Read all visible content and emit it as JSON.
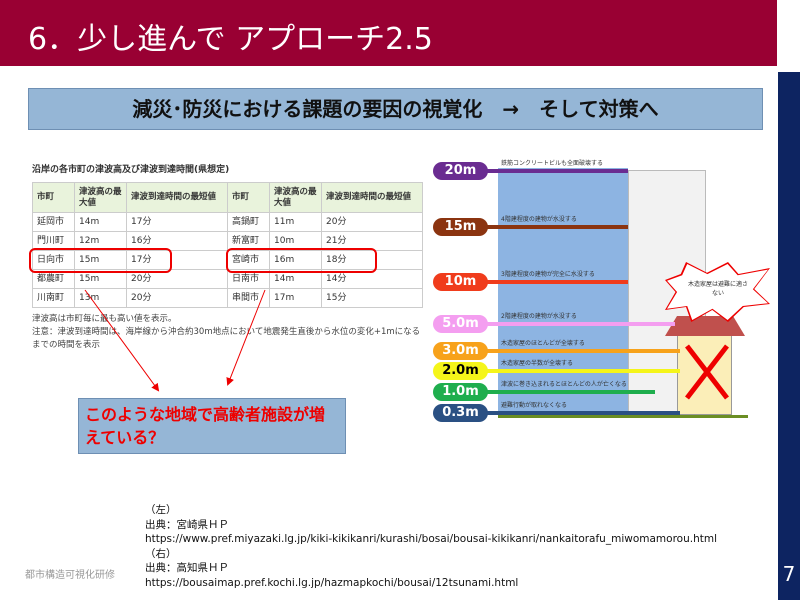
{
  "header": {
    "title": "6．少し進んで アプローチ2.5",
    "page_number": "7"
  },
  "banner": {
    "text": "減災･防災における課題の要因の視覚化　→　そして対策へ"
  },
  "table": {
    "caption": "沿岸の各市町の津波高及び津波到達時間(県想定)",
    "headers": [
      "市町",
      "津波高の最大値",
      "津波到達時間の最短値",
      "市町",
      "津波高の最大値",
      "津波到達時間の最短値"
    ],
    "rows": [
      [
        "延岡市",
        "14m",
        "17分",
        "高鍋町",
        "11m",
        "20分"
      ],
      [
        "門川町",
        "12m",
        "16分",
        "新富町",
        "10m",
        "21分"
      ],
      [
        "日向市",
        "15m",
        "17分",
        "宮崎市",
        "16m",
        "18分"
      ],
      [
        "都農町",
        "15m",
        "20分",
        "日南市",
        "14m",
        "14分"
      ],
      [
        "川南町",
        "13m",
        "20分",
        "串間市",
        "17m",
        "15分"
      ]
    ],
    "notes": [
      "津波高は市町毎に最も高い値を表示。",
      "注意：津波到達時間は、海岸線から沖合約30m地点において地震発生直後から水位の変化+1mになるまでの時間を表示"
    ]
  },
  "callout": {
    "text": "このような地域で高齢者施設が増えている？"
  },
  "diagram": {
    "levels": [
      {
        "label": "20m",
        "desc": "鉄筋コンクリートビルも全面破壊する",
        "color": "#6a2c91"
      },
      {
        "label": "15m",
        "desc": "4階建程度の建物が水没する",
        "color": "#8b3410"
      },
      {
        "label": "10m",
        "desc": "3階建程度の建物が完全に水没する",
        "color": "#f03c1c"
      },
      {
        "label": "5.0m",
        "desc": "2階建程度の建物が水没する",
        "color": "#f49ef0"
      },
      {
        "label": "3.0m",
        "desc": "木造家屋のほとんどが全壊する",
        "color": "#f7a21b"
      },
      {
        "label": "2.0m",
        "desc": "木造家屋の半数が全壊する",
        "color": "#f5f51a"
      },
      {
        "label": "1.0m",
        "desc": "津波に巻き込まれるとほとんどの人が亡くなる",
        "color": "#1fae4e"
      },
      {
        "label": "0.3m",
        "desc": "避難行動が取れなくなる",
        "color": "#2a5083"
      }
    ],
    "burst_text": "木造家屋は避難に適さない"
  },
  "sources": [
    "（左）",
    "出典：宮崎県ＨＰ",
    "https://www.pref.miyazaki.lg.jp/kiki-kikikanri/kurashi/bosai/bousai-kikikanri/nankaitorafu_miwomamorou.html",
    "（右）",
    "出典：高知県ＨＰ",
    "https://bousaimap.pref.kochi.lg.jp/hazmapkochi/bousai/12tsunami.html"
  ],
  "footer": {
    "text": "都市構造可視化研修"
  }
}
